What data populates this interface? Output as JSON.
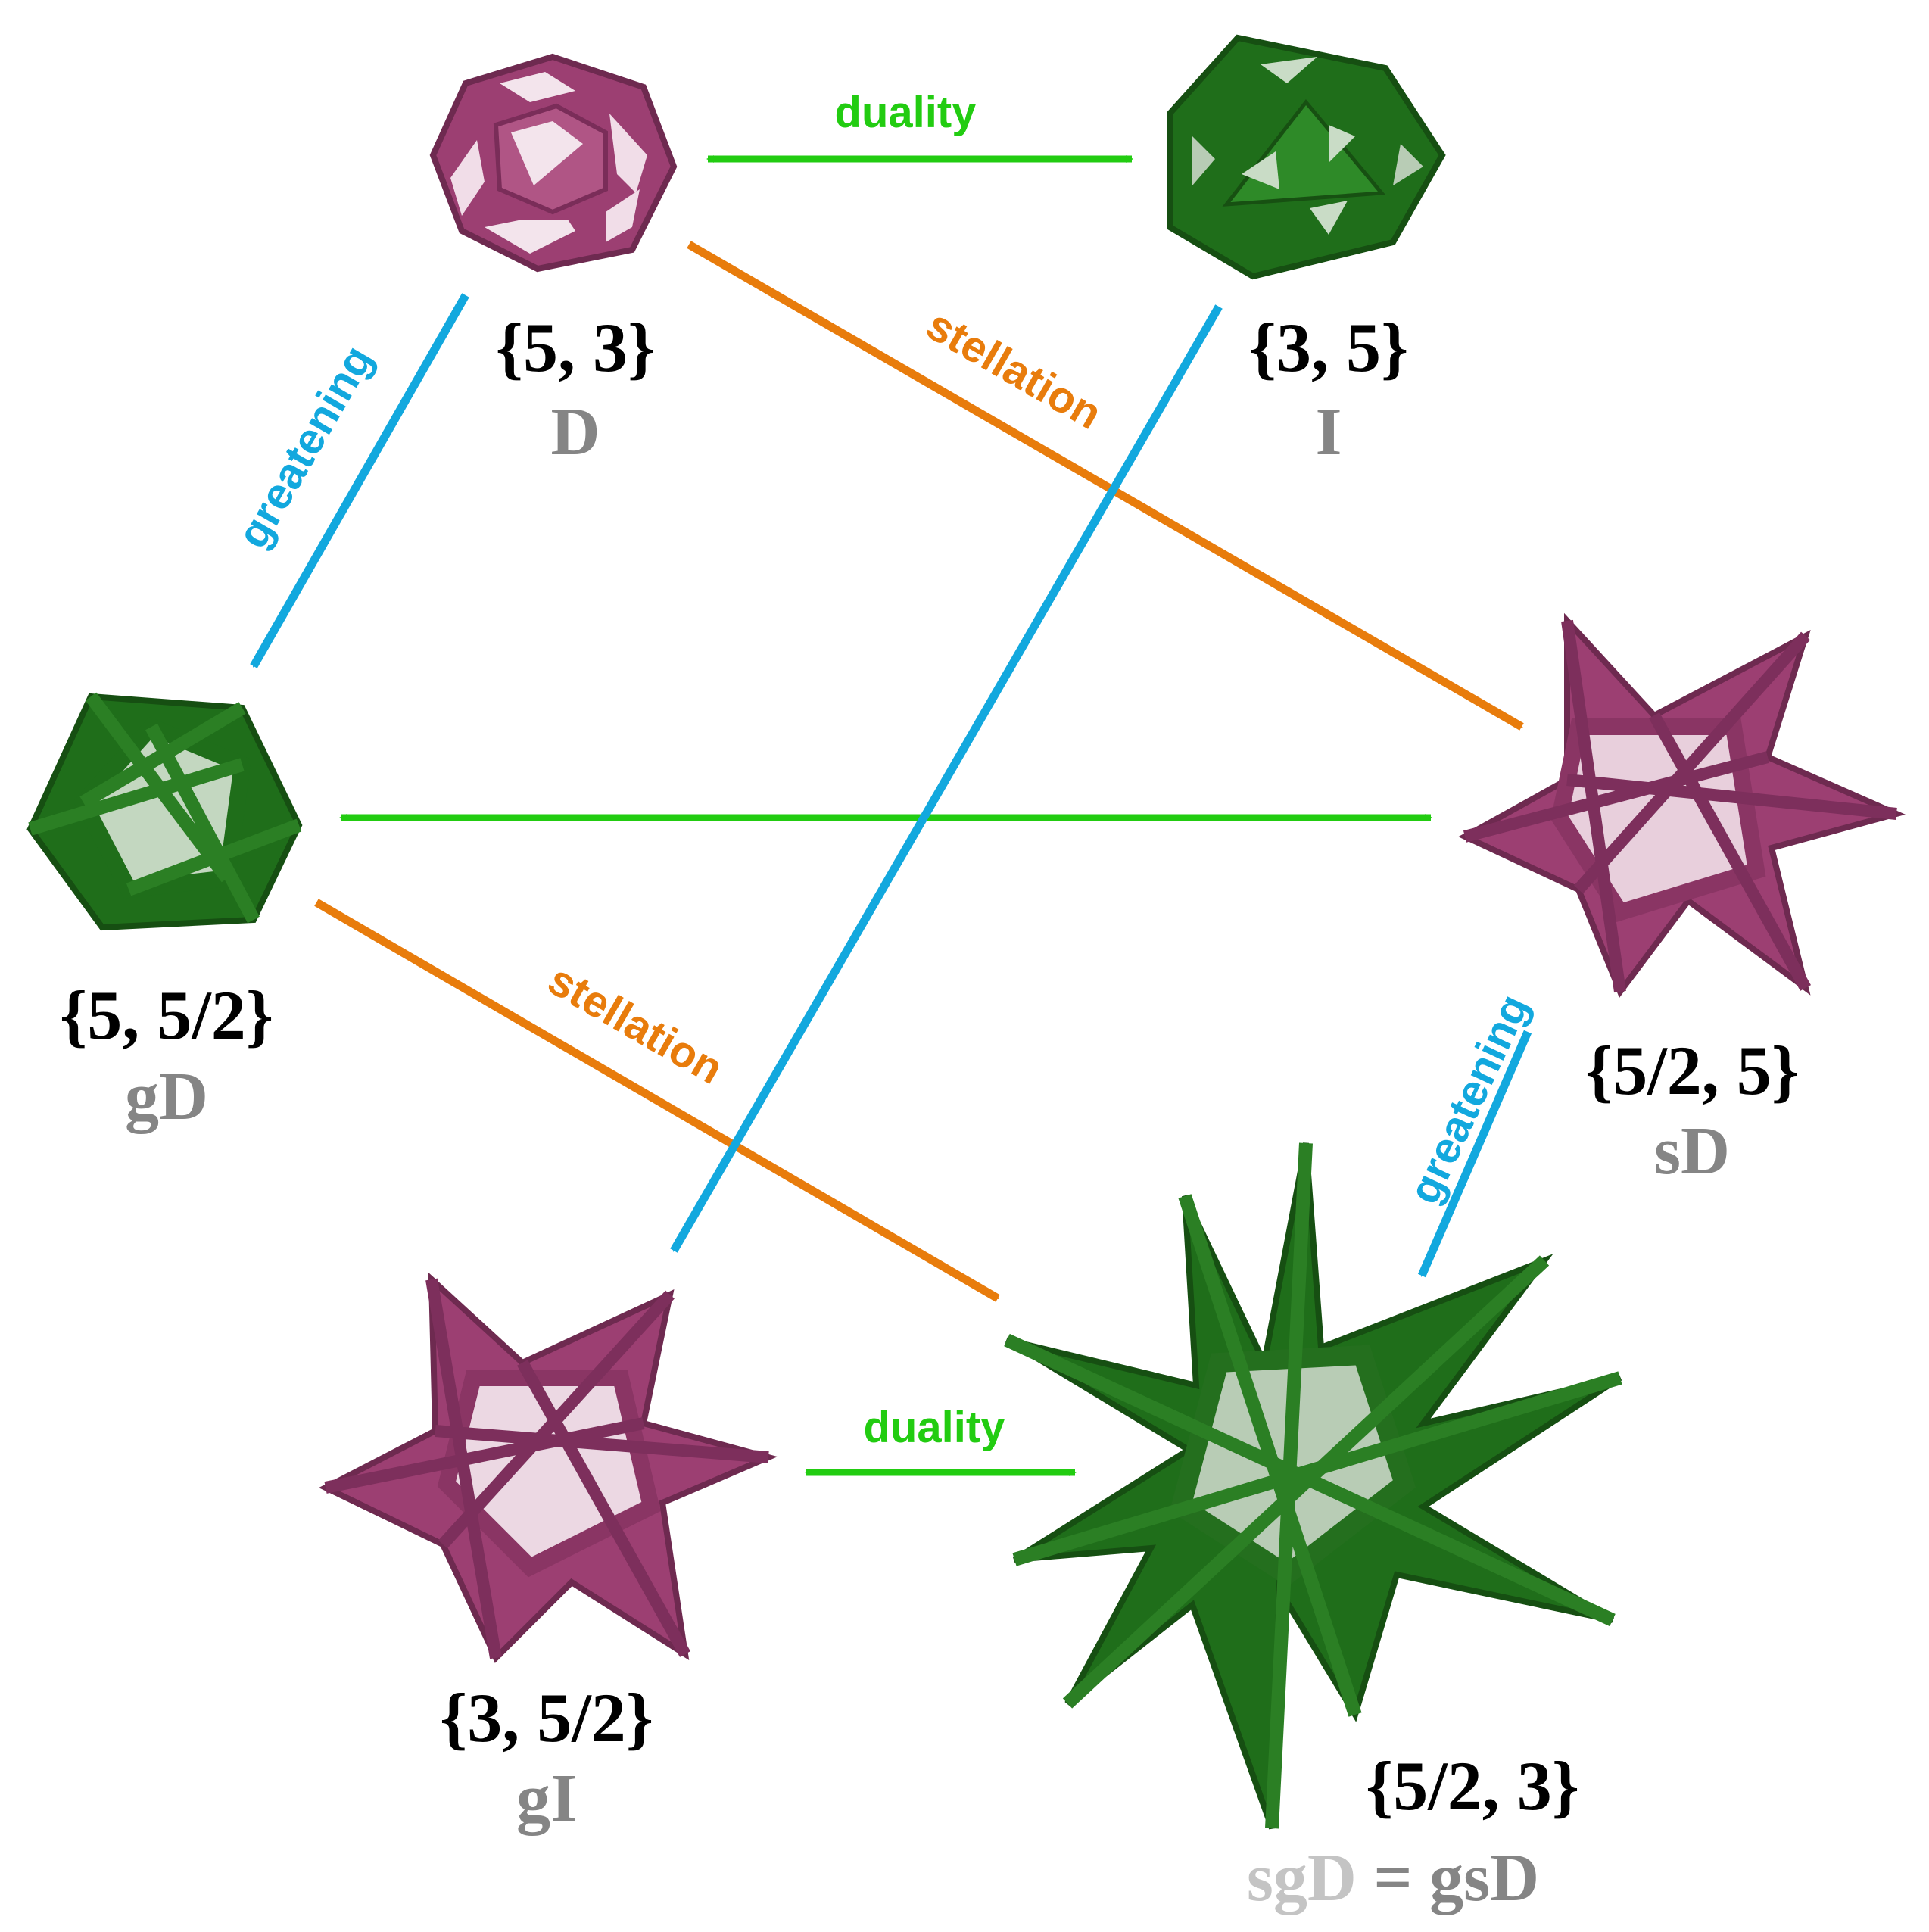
{
  "colors": {
    "duality": "#22cc11",
    "stellation": "#e87c0c",
    "greatening": "#12a8de",
    "purple_solid": "#9c3f72",
    "green_solid": "#1f6e1a"
  },
  "labels": {
    "duality": "duality",
    "stellation": "stellation",
    "greatening": "greatening"
  },
  "polyhedra": {
    "D": {
      "schlafli": "{5, 3}",
      "abbrev": "D",
      "color": "purple",
      "shape": "dodecahedron"
    },
    "I": {
      "schlafli": "{3, 5}",
      "abbrev": "I",
      "color": "green",
      "shape": "icosahedron"
    },
    "gD": {
      "schlafli": "{5, 5/2}",
      "abbrev": "gD",
      "color": "green",
      "shape": "great-dodecahedron"
    },
    "sD": {
      "schlafli": "{5/2, 5}",
      "abbrev": "sD",
      "color": "purple",
      "shape": "small-stellated-dodecahedron"
    },
    "gI": {
      "schlafli": "{3, 5/2}",
      "abbrev": "gI",
      "color": "purple",
      "shape": "great-icosahedron"
    },
    "sgD": {
      "schlafli": "{5/2, 3}",
      "abbrev_a": "sgD",
      "abbrev_b": " = gsD",
      "color": "green",
      "shape": "great-stellated-dodecahedron"
    }
  }
}
